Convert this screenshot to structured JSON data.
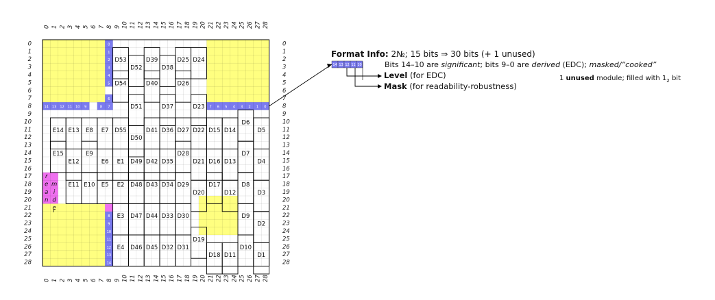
{
  "columns": [
    "0",
    "1",
    "2",
    "3",
    "4",
    "5",
    "6",
    "7",
    "8",
    "9",
    "10",
    "11",
    "12",
    "13",
    "14",
    "15",
    "16",
    "17",
    "18",
    "19",
    "20",
    "21",
    "22",
    "23",
    "24",
    "25",
    "26",
    "27",
    "28"
  ],
  "rows": [
    "0",
    "1",
    "2",
    "3",
    "4",
    "5",
    "6",
    "7",
    "8",
    "9",
    "10",
    "11",
    "12",
    "13",
    "14",
    "15",
    "16",
    "17",
    "18",
    "19",
    "20",
    "21",
    "22",
    "23",
    "24",
    "25",
    "26",
    "27",
    "28"
  ],
  "colors": {
    "finder": "#ffff80",
    "format": "#7b7bef",
    "remainder": "#ef70ef",
    "grid": "#000000"
  },
  "format_row_bits": [
    "14",
    "13",
    "12",
    "11",
    "10",
    "9",
    "8",
    "7",
    "7",
    "6",
    "5",
    "4",
    "3",
    "2",
    "1",
    "0"
  ],
  "format_col_bits_top": [
    "0",
    "1",
    "2",
    "3",
    "4",
    "5",
    "6"
  ],
  "format_col_bits_bottom": [
    "8",
    "9",
    "10",
    "11",
    "12",
    "13",
    "14"
  ],
  "remainder_text": [
    "r",
    "e",
    "m",
    "a",
    "i",
    "n",
    "d",
    "e",
    "r"
  ],
  "data_blocks": [
    "D1",
    "D2",
    "D3",
    "D4",
    "D5",
    "D6",
    "D7",
    "D8",
    "D9",
    "D10",
    "D11",
    "D12",
    "D13",
    "D14",
    "D15",
    "D16",
    "D17",
    "D18",
    "D19",
    "D20",
    "D21",
    "D22",
    "D23",
    "D24",
    "D25",
    "D26",
    "D27",
    "D28",
    "D29",
    "D30",
    "D31",
    "D32",
    "D33",
    "D34",
    "D35",
    "D36",
    "D37",
    "D38",
    "D39",
    "D40",
    "D41",
    "D42",
    "D43",
    "D44",
    "D45",
    "D46",
    "D47",
    "D48",
    "D49",
    "D50",
    "D51",
    "D52",
    "D53",
    "D54",
    "D55"
  ],
  "ec_blocks": [
    "E1",
    "E2",
    "E3",
    "E4",
    "E5",
    "E6",
    "E7",
    "E8",
    "E9",
    "E10",
    "E11",
    "E12",
    "E13",
    "E14",
    "E15"
  ],
  "annotation": {
    "title_bold": "Format Info:",
    "title_rest": " 2№; 15 bits ⇒ 30 bits (+ 1 unused)",
    "line2_a": "Bits 14–10 are ",
    "line2_b": "significant",
    "line2_c": "; bits 9–0 are ",
    "line2_d": "derived",
    "line2_e": " (EDC); ",
    "line2_f": "masked/“cooked”",
    "bits": [
      "14",
      "13",
      "12",
      "11",
      "10"
    ],
    "level_bold": "Level",
    "level_rest": " (for EDC)",
    "mask_bold": "Mask",
    "mask_rest": " (for readability-robustness)",
    "unused_a": "1 ",
    "unused_bold": "unused",
    "unused_b": " module; filled with 1",
    "unused_sub": "2",
    "unused_c": " bit"
  }
}
